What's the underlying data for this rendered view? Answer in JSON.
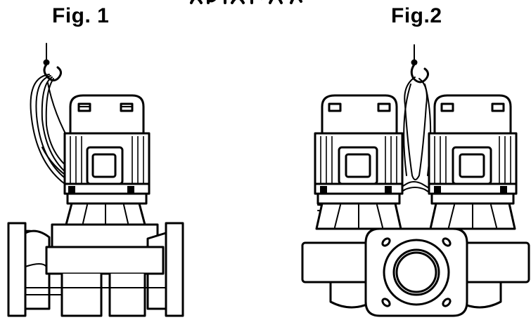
{
  "figures": [
    {
      "title": "Fig. 1",
      "subject": "single-head-inline-pump"
    },
    {
      "title": "Fig.2",
      "subject": "twin-head-inline-pump"
    }
  ]
}
